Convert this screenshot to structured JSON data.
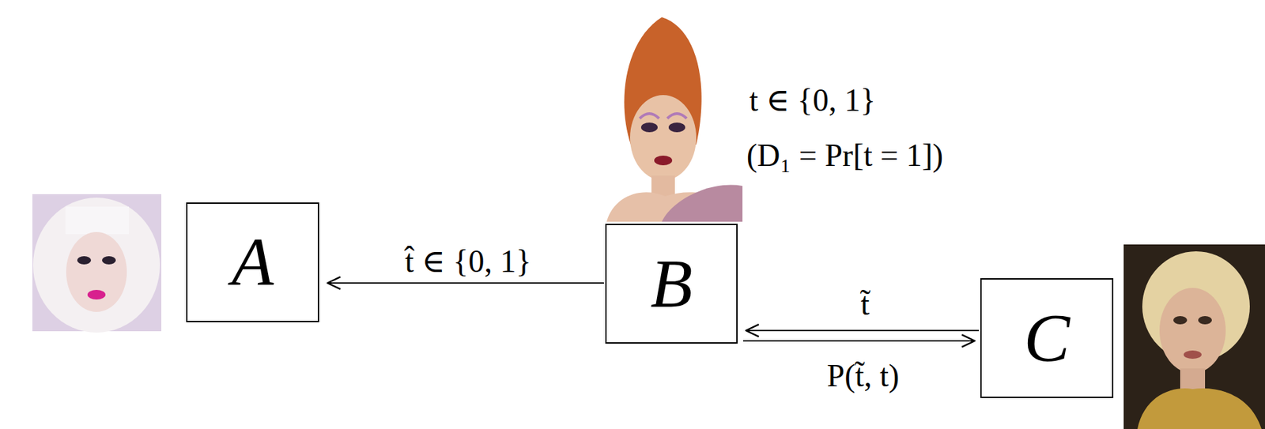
{
  "diagram": {
    "nodes": [
      {
        "text": [
          "A"
        ]
      },
      {
        "text": [
          "B"
        ]
      },
      {
        "text": [
          "C"
        ]
      }
    ],
    "edges": [
      {
        "from": 1,
        "to": 0,
        "arrow": "to",
        "label": "t̂ ∈ {0, 1}"
      },
      {
        "from": 2,
        "to": 1,
        "arrow": "to",
        "label": "t̃"
      },
      {
        "from": 1,
        "to": 2,
        "arrow": "to",
        "label": "P(t̃, t)"
      }
    ],
    "labels": [
      "t ∈ {0, 1}",
      "(D₁ = Pr[t = 1])"
    ]
  }
}
